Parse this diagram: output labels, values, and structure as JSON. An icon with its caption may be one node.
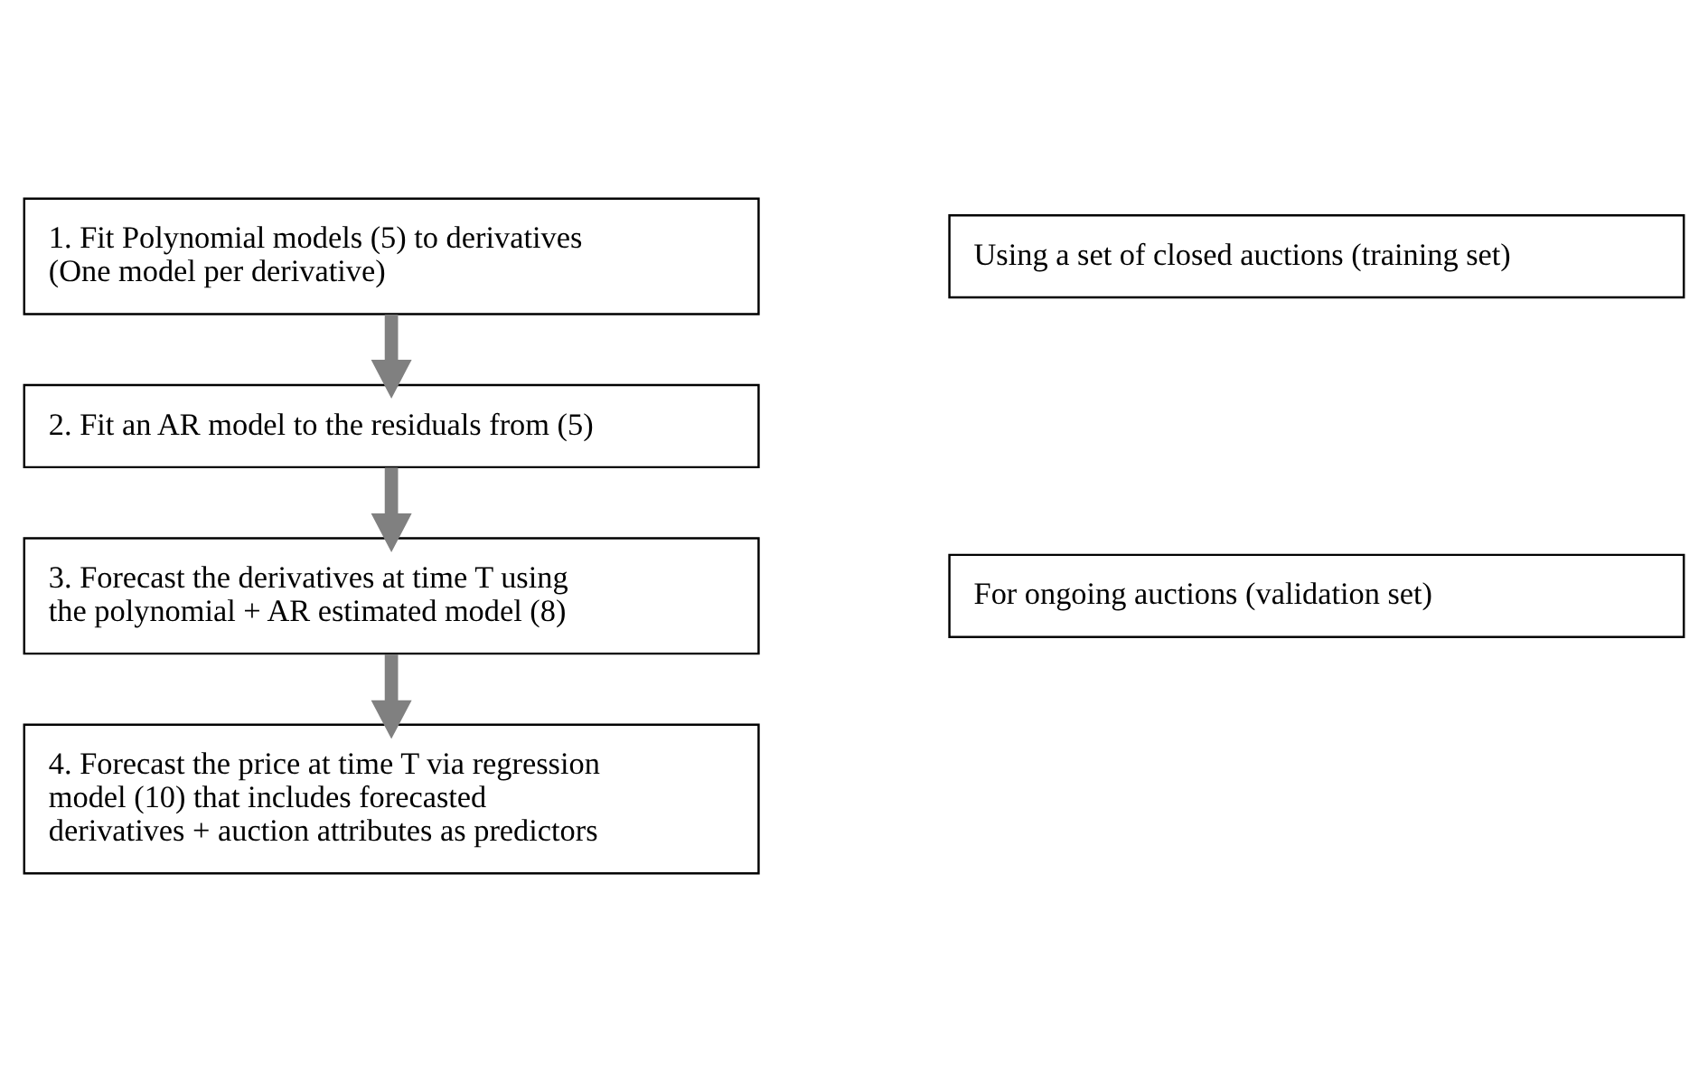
{
  "diagram": {
    "nodes": [
      {
        "text": [
          "1. Fit Polynomial models (5) to derivatives (One model per derivative)"
        ]
      },
      {
        "text": [
          "2. Fit an AR model to the residuals from (5)"
        ]
      },
      {
        "text": [
          "3. Forecast the derivatives at time T using the polynomial + AR estimated model (8)"
        ]
      },
      {
        "text": [
          "4. Forecast the price at time T via regression model (10) that includes forecasted derivatives + auction attributes as predictors"
        ]
      },
      {
        "text": [
          "Using a set of closed auctions (training set)"
        ]
      },
      {
        "text": [
          "For ongoing auctions (validation set)"
        ]
      }
    ],
    "edges": [
      {
        "from": 0,
        "to": 1,
        "arrow": "to"
      },
      {
        "from": 1,
        "to": 2,
        "arrow": "to"
      },
      {
        "from": 2,
        "to": 3,
        "arrow": "to"
      }
    ]
  }
}
